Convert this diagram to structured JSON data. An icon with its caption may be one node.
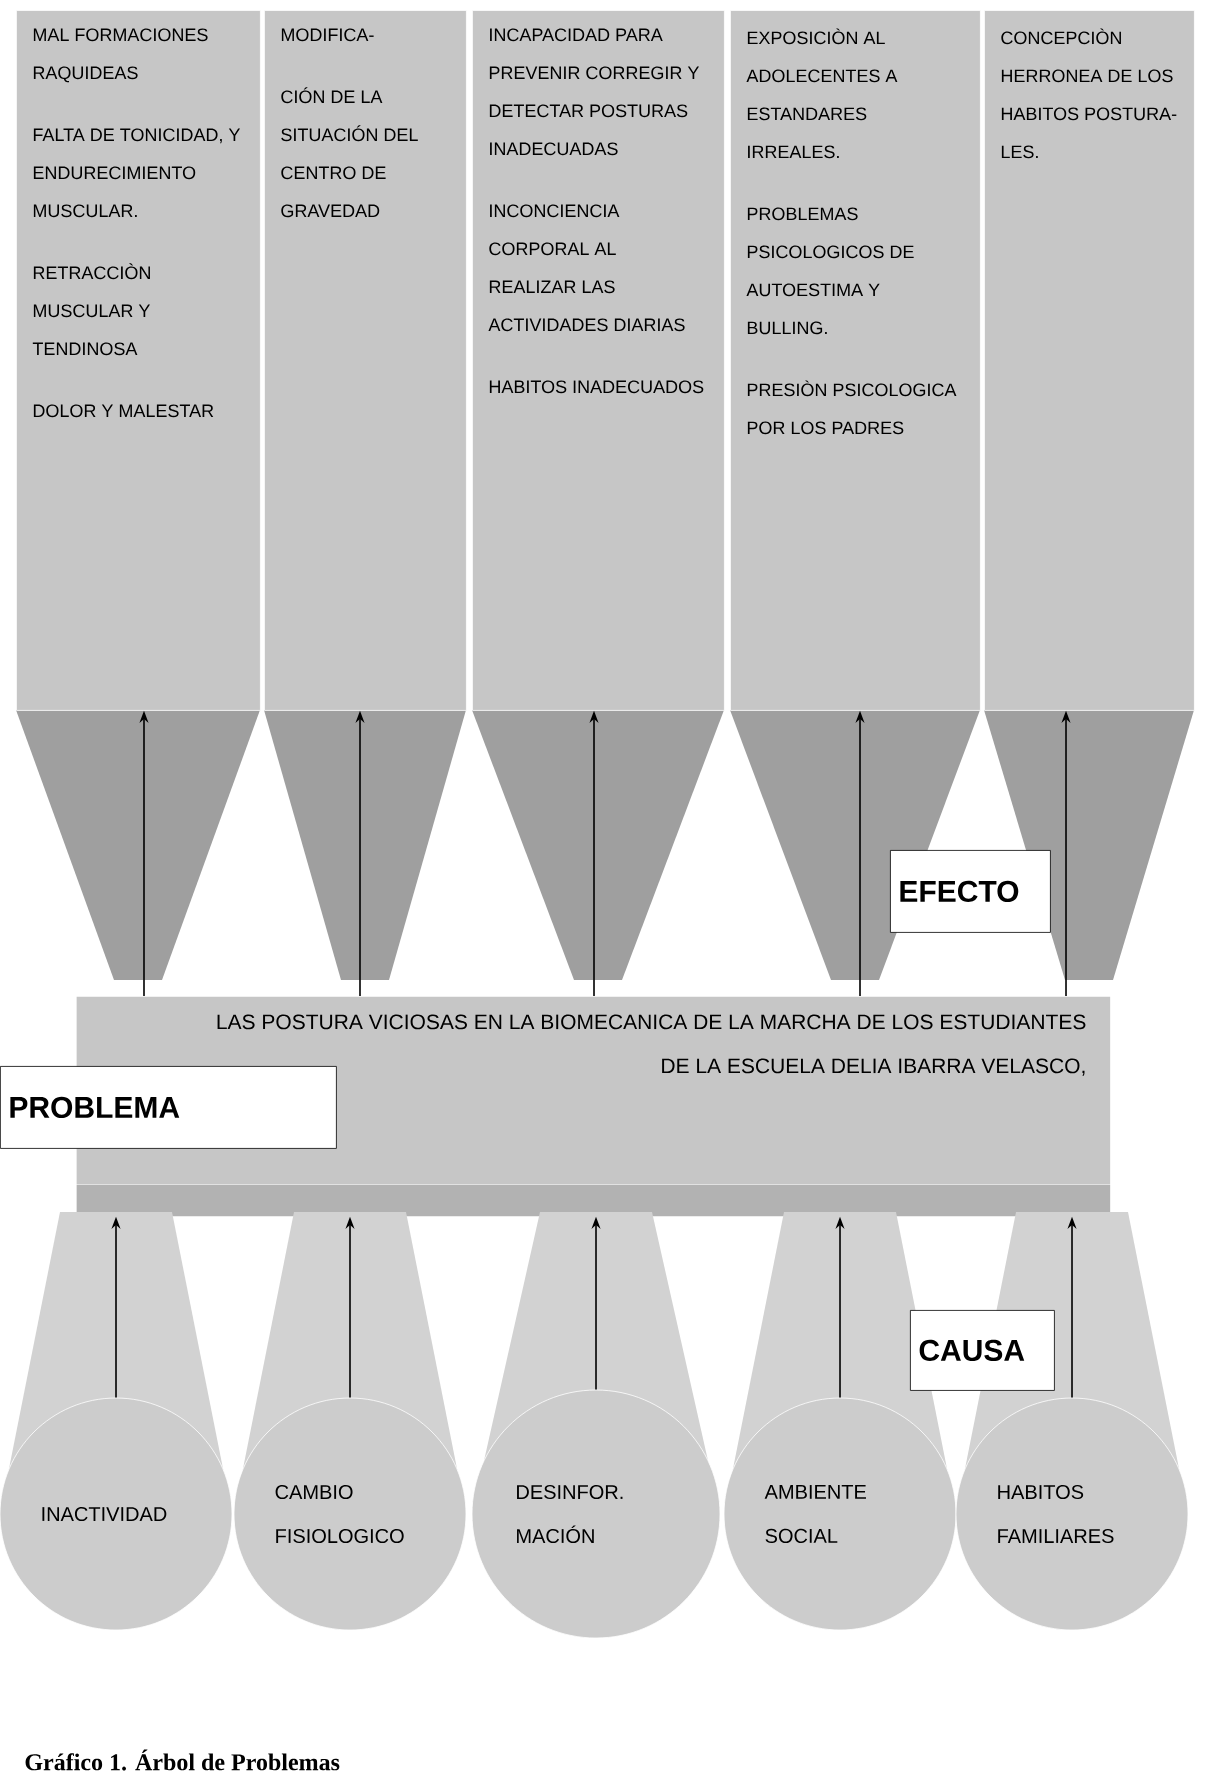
{
  "diagram": {
    "caption": "Gráfico 1. Árbol de Problemas",
    "nodes": [
      {
        "text": [
          "MAL FORMACIONES RAQUIDEAS",
          "FALTA DE TONICIDAD, Y ENDURECIMIENTO MUSCULAR.",
          "RETRACCIÒN MUSCULAR Y TENDINOSA",
          "DOLOR Y MALESTAR"
        ]
      },
      {
        "text": [
          "MODIFICA-",
          "CIÓN DE LA SITUACIÓN DEL CENTRO DE GRAVEDAD"
        ]
      },
      {
        "text": [
          "INCAPACIDAD PARA PREVENIR CORREGIR Y DETECTAR POSTURAS INADECUADAS",
          "INCONCIENCIA CORPORAL AL REALIZAR LAS ACTIVIDADES DIARIAS",
          "HABITOS INADECUADOS"
        ]
      },
      {
        "text": [
          "EXPOSICIÒN AL ADOLECENTES A ESTANDARES IRREALES.",
          "PROBLEMAS PSICOLOGICOS DE AUTOESTIMA Y BULLING.",
          "PRESIÒN PSICOLOGICA POR LOS PADRES"
        ]
      },
      {
        "text": [
          "CONCEPCIÒN HERRONEA DE LOS HABITOS POSTURA- LES."
        ]
      },
      {
        "text": [
          "LAS POSTURA VICIOSAS EN LA BIOMECANICA DE LA MARCHA DE LOS ESTUDIANTES DE LA ESCUELA DELIA IBARRA VELASCO,"
        ]
      },
      {
        "text": [
          "INACTIVIDAD"
        ]
      },
      {
        "text": [
          "CAMBIO FISIOLOGICO"
        ]
      },
      {
        "text": [
          "DESINFOR. MACIÓN"
        ]
      },
      {
        "text": [
          "AMBIENTE SOCIAL"
        ]
      },
      {
        "text": [
          "HABITOS FAMILIARES"
        ]
      },
      {
        "text": [
          "EFECTO"
        ]
      },
      {
        "text": [
          "PROBLEMA"
        ]
      },
      {
        "text": [
          "CAUSA"
        ]
      }
    ],
    "edges": [
      {
        "from": 6,
        "to": 5,
        "arrow": "to"
      },
      {
        "from": 7,
        "to": 5,
        "arrow": "to"
      },
      {
        "from": 8,
        "to": 5,
        "arrow": "to"
      },
      {
        "from": 9,
        "to": 5,
        "arrow": "to"
      },
      {
        "from": 10,
        "to": 5,
        "arrow": "to"
      },
      {
        "from": 5,
        "to": 0,
        "arrow": "to"
      },
      {
        "from": 5,
        "to": 1,
        "arrow": "to"
      },
      {
        "from": 5,
        "to": 2,
        "arrow": "to"
      },
      {
        "from": 5,
        "to": 3,
        "arrow": "to"
      },
      {
        "from": 5,
        "to": 4,
        "arrow": "to"
      }
    ]
  }
}
